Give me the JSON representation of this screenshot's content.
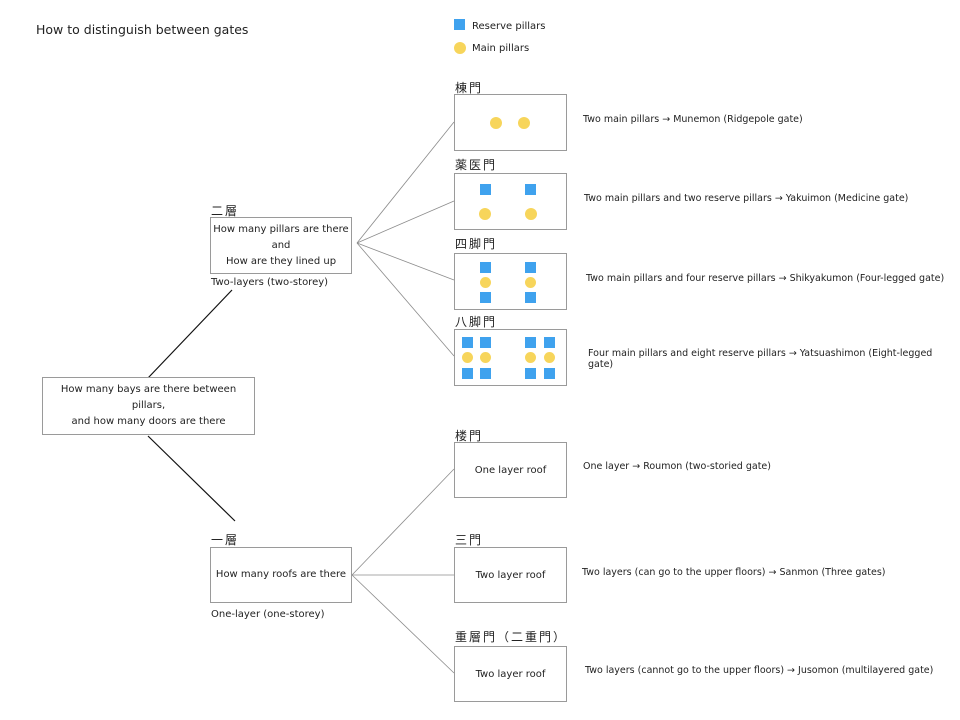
{
  "title": "How to distinguish between gates",
  "legend": {
    "reserve": "Reserve pillars",
    "main": "Main pillars",
    "reserve_color": "#3fa2ee",
    "main_color": "#f7d55b"
  },
  "root": {
    "line1": "How many bays are there between pillars,",
    "line2": "and how many doors are there"
  },
  "two_layer": {
    "kanji": "二層",
    "line1": "How many pillars are there",
    "line2": "and",
    "line3": "How are they lined up",
    "caption": "Two-layers (two-storey)"
  },
  "one_layer": {
    "kanji": "一層",
    "question": "How many roofs are there",
    "caption": "One-layer (one-storey)"
  },
  "gates": {
    "munemon": {
      "kanji": "棟門",
      "desc": "Two main pillars → Munemon (Ridgepole gate)"
    },
    "yakuimon": {
      "kanji": "薬医門",
      "desc": "Two main pillars and two reserve pillars → Yakuimon (Medicine gate)"
    },
    "shikyakumon": {
      "kanji": "四脚門",
      "desc": "Two main pillars and four reserve pillars → Shikyakumon (Four-legged gate)"
    },
    "yatsuashimon": {
      "kanji": "八脚門",
      "desc": "Four main pillars and eight reserve pillars → Yatsuashimon (Eight-legged gate)"
    },
    "roumon": {
      "kanji": "楼門",
      "box": "One layer roof",
      "desc": "One layer → Roumon (two-storied gate)"
    },
    "sanmon": {
      "kanji": "三門",
      "box": "Two layer roof",
      "desc": "Two layers (can go to the upper floors) → Sanmon (Three gates)"
    },
    "jusomon": {
      "kanji": "重層門（二重門）",
      "box": "Two layer roof",
      "desc": "Two layers (cannot go to the upper floors) → Jusomon (multilayered gate)"
    }
  }
}
